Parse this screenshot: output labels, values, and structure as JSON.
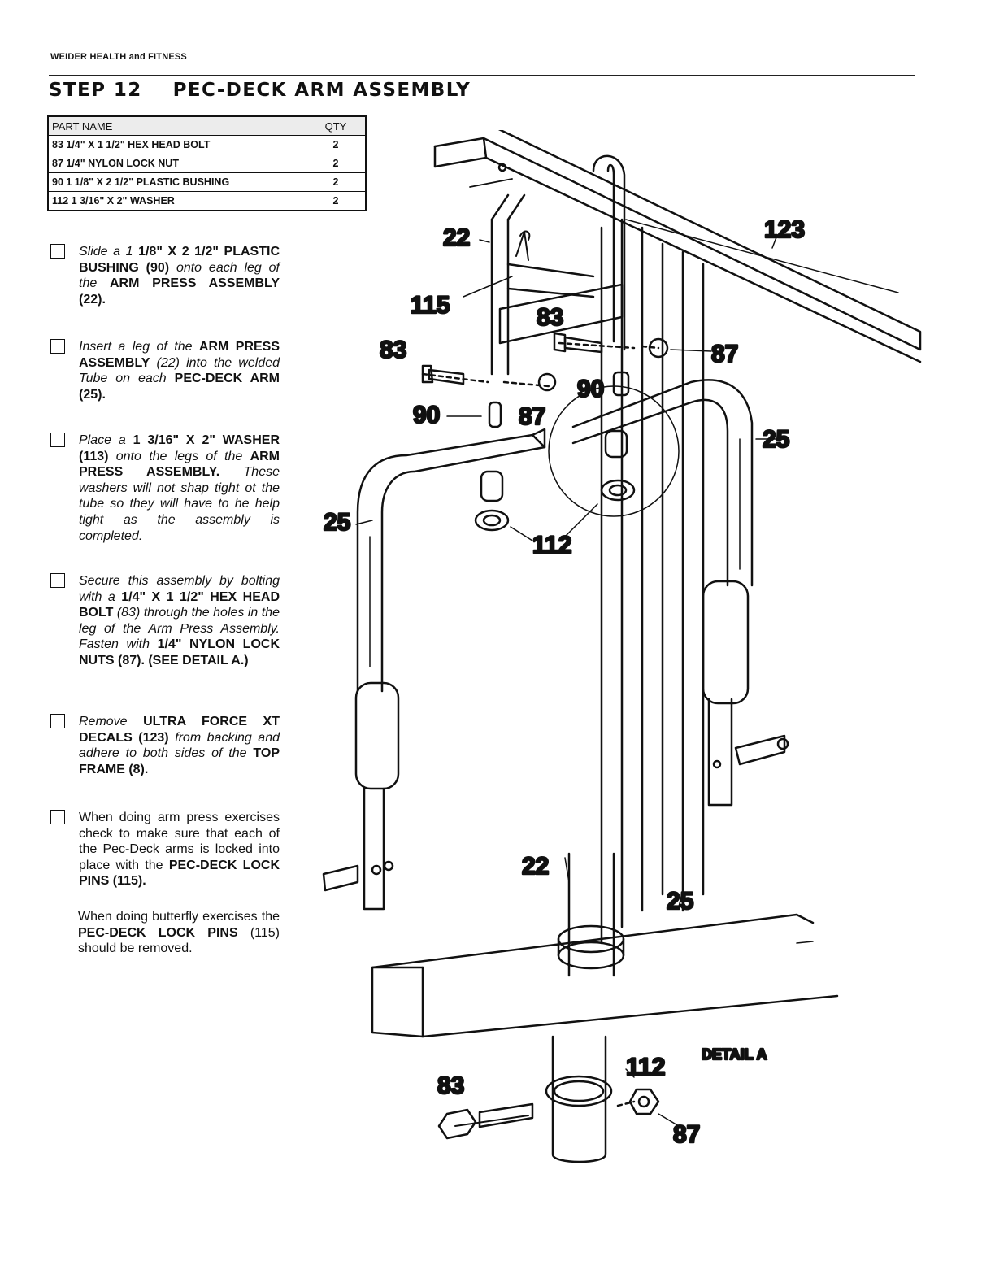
{
  "header": {
    "brand": "WEIDER HEALTH and FITNESS",
    "step": "STEP 12",
    "step_name": "PEC-DECK ARM ASSEMBLY"
  },
  "parts_table": {
    "headers": [
      "PART NAME",
      "QTY"
    ],
    "rows": [
      {
        "name": "83  1/4\" X 1 1/2\" HEX HEAD BOLT",
        "qty": "2"
      },
      {
        "name": "87  1/4\" NYLON LOCK NUT",
        "qty": "2"
      },
      {
        "name": "90   1 1/8\" X 2 1/2\" PLASTIC BUSHING",
        "qty": "2"
      },
      {
        "name": "112  1 3/16\" X 2\" WASHER",
        "qty": "2"
      }
    ]
  },
  "instructions": [
    {
      "parts": [
        {
          "t": "Slide a 1 ",
          "s": "i"
        },
        {
          "t": "1/8\" X 2 1/2\" PLASTIC BUSHING (90)",
          "s": "b"
        },
        {
          "t": " onto each leg of the ",
          "s": "i"
        },
        {
          "t": "ARM PRESS ASSEMBLY (22).",
          "s": "b"
        }
      ]
    },
    {
      "parts": [
        {
          "t": "Insert a leg of the ",
          "s": "i"
        },
        {
          "t": "ARM PRESS ASSEMBLY",
          "s": "b"
        },
        {
          "t": " (22) into the welded Tube on each ",
          "s": "i"
        },
        {
          "t": "PEC-DECK ARM (25).",
          "s": "b"
        }
      ]
    },
    {
      "parts": [
        {
          "t": "Place a ",
          "s": "i"
        },
        {
          "t": "1 3/16\" X 2\" WASHER (113)",
          "s": "b"
        },
        {
          "t": " onto the legs of the ",
          "s": "i"
        },
        {
          "t": "ARM PRESS ASSEMBLY.",
          "s": "b"
        },
        {
          "t": " These washers will not shap tight ot the tube so they will have to he help tight as the assembly is completed.",
          "s": "i"
        }
      ]
    },
    {
      "parts": [
        {
          "t": "Secure this assembly by bolting with a ",
          "s": "i"
        },
        {
          "t": "1/4\" X 1 1/2\" HEX HEAD BOLT",
          "s": "b"
        },
        {
          "t": " (83) through the holes in the leg of the Arm Press Assembly. Fasten with ",
          "s": "i"
        },
        {
          "t": "1/4\" NYLON LOCK NUTS (87). (SEE DETAIL A.)",
          "s": "b"
        }
      ]
    },
    {
      "parts": [
        {
          "t": "Remove ",
          "s": "i"
        },
        {
          "t": "ULTRA FORCE XT DECALS (123)",
          "s": "b"
        },
        {
          "t": " from backing and adhere to both sides of the ",
          "s": "i"
        },
        {
          "t": "TOP FRAME (8).",
          "s": "b"
        }
      ]
    },
    {
      "parts": [
        {
          "t": "When doing arm press exercises check to make sure that each of the Pec-Deck arms is locked into place with the ",
          "s": "n"
        },
        {
          "t": "PEC-DECK LOCK PINS (115).",
          "s": "b"
        }
      ]
    }
  ],
  "note": {
    "parts": [
      {
        "t": "When doing butterfly exercises the ",
        "s": "n"
      },
      {
        "t": "PEC-DECK LOCK PINS",
        "s": "b"
      },
      {
        "t": " (115) should be removed.",
        "s": "n"
      }
    ]
  },
  "diagram": {
    "callouts": {
      "l22": "22",
      "l115": "115",
      "l123": "123",
      "l83a": "83",
      "l83b": "83",
      "l87a": "87",
      "l87b": "87",
      "l90a": "90",
      "l90b": "90",
      "l25a": "25",
      "l25b": "25",
      "l112": "112"
    },
    "detail": {
      "title": "DETAIL A",
      "l22": "22",
      "l25": "25",
      "l112": "112",
      "l83": "83",
      "l87": "87"
    }
  }
}
